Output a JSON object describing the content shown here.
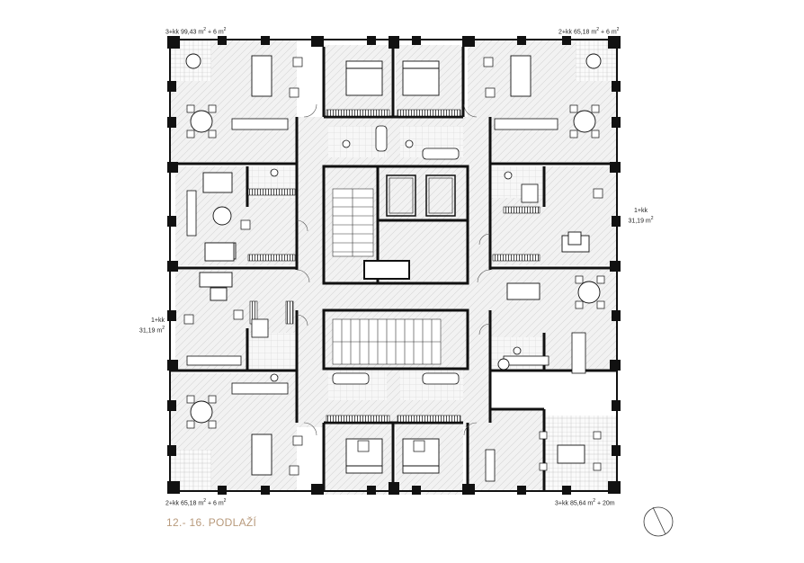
{
  "floor_label": "12.- 16. PODLAŽÍ",
  "units": {
    "top_left": {
      "type": "3+kk",
      "area": "99,43 m",
      "extra": "+ 6 m"
    },
    "top_right": {
      "type": "2+kk",
      "area": "65,18 m",
      "extra": "+ 6 m"
    },
    "right_mid": {
      "type": "1+kk",
      "area": "31,19 m"
    },
    "left_mid": {
      "type": "1+kk",
      "area": "31,19 m"
    },
    "bottom_left": {
      "type": "2+kk",
      "area": "65,18 m",
      "extra": "+ 6 m"
    },
    "bottom_right": {
      "type": "3+kk",
      "area": "85,64 m",
      "extra": "+ 20m"
    }
  },
  "icons": [
    "north-arrow-icon",
    "elevator-icon",
    "staircase-icon"
  ]
}
